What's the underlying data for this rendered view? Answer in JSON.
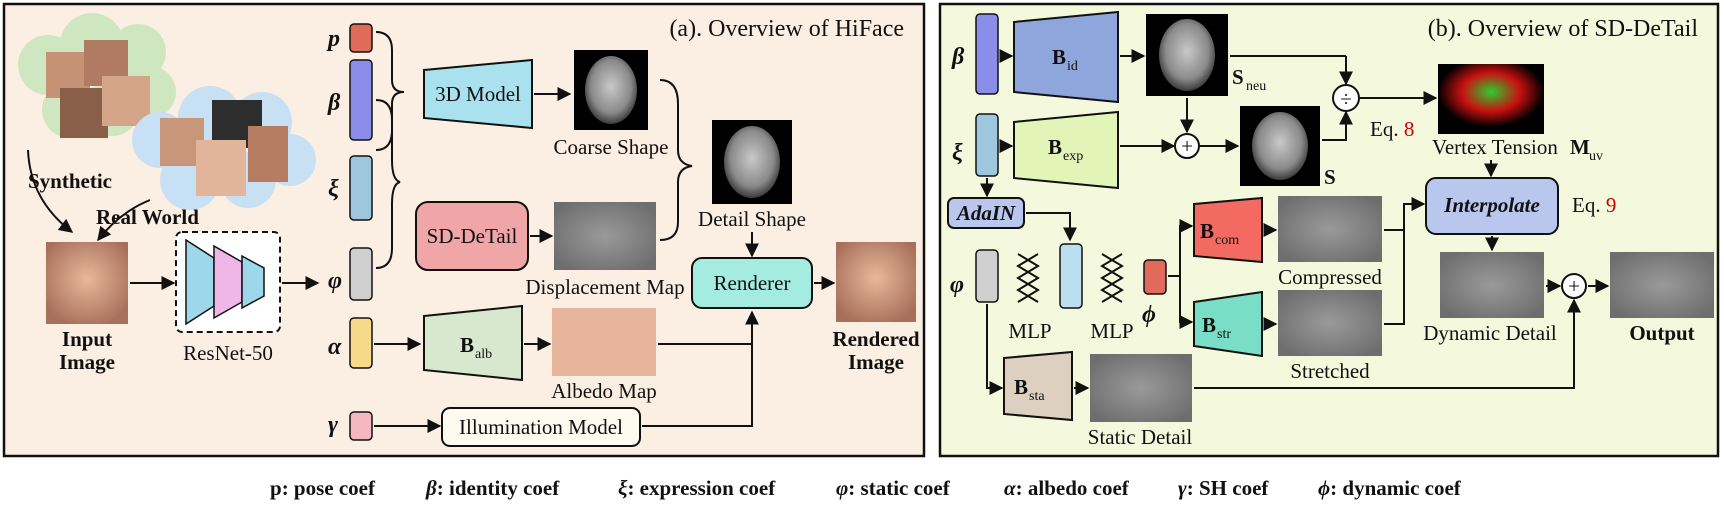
{
  "panel_a": {
    "title": "(a). Overview of HiFace",
    "synthetic": "Synthetic",
    "real_world": "Real World",
    "input_image": [
      "Input",
      "Image"
    ],
    "resnet": "ResNet-50",
    "coef_symbols": [
      "p",
      "β",
      "ξ",
      "φ",
      "α",
      "γ"
    ],
    "model_3d": "3D Model",
    "coarse_shape": "Coarse Shape",
    "sd_detail": "SD-DeTail",
    "displacement_map": "Displacement Map",
    "detail_shape": "Detail Shape",
    "renderer": "Renderer",
    "b_alb": "B",
    "b_alb_sub": "alb",
    "albedo_map": "Albedo Map",
    "illumination_model": "Illumination Model",
    "rendered_image": [
      "Rendered",
      "Image"
    ],
    "colors": {
      "bg": "#fbeee2",
      "p": "#e06b5a",
      "beta": "#8b8ee8",
      "xi": "#9ec6dd",
      "phi": "#cfcfcf",
      "alpha": "#f7d98a",
      "gamma": "#f6b8c0"
    }
  },
  "panel_b": {
    "title": "(b). Overview of SD-DeTail",
    "beta": "β",
    "xi": "ξ",
    "phi": "φ",
    "phi_dyn": "ϕ",
    "b_id": "B",
    "b_id_sub": "id",
    "b_exp": "B",
    "b_exp_sub": "exp",
    "b_com": "B",
    "b_com_sub": "com",
    "b_str": "B",
    "b_str_sub": "str",
    "b_sta": "B",
    "b_sta_sub": "sta",
    "s_neu": "S",
    "s_neu_sub": "neu",
    "s": "S",
    "adain": "AdaIN",
    "mlp1": "MLP",
    "mlp2": "MLP",
    "eq8_pre": "Eq.",
    "eq8_num": "8",
    "eq9_pre": "Eq.",
    "eq9_num": "9",
    "vertex_tension": "Vertex Tension",
    "m_uv": "M",
    "m_uv_sub": "uv",
    "interpolate": "Interpolate",
    "compressed": "Compressed",
    "stretched": "Stretched",
    "dynamic_detail": "Dynamic Detail",
    "static_detail": "Static Detail",
    "output": "Output",
    "divide_op": "÷",
    "plus_op": "+",
    "colors": {
      "bg": "#f4f8dc"
    }
  },
  "legend": [
    {
      "sym": "p",
      "text": ": pose coef"
    },
    {
      "sym": "β",
      "text": ": identity coef"
    },
    {
      "sym": "ξ",
      "text": ": expression coef"
    },
    {
      "sym": "φ",
      "text": ": static coef"
    },
    {
      "sym": "α",
      "text": ": albedo coef"
    },
    {
      "sym": "γ",
      "text": ": SH coef"
    },
    {
      "sym": "ϕ",
      "text": ": dynamic coef"
    }
  ]
}
